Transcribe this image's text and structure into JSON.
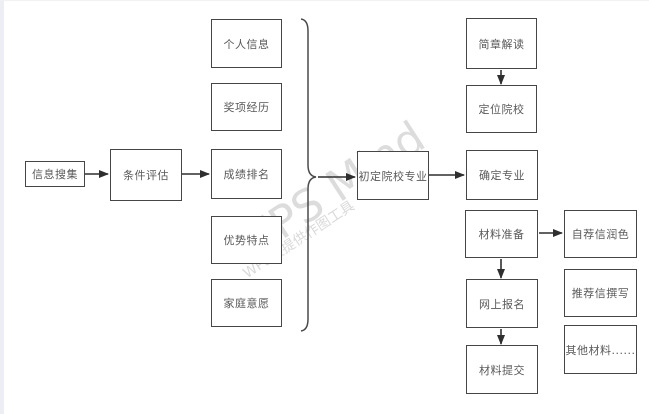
{
  "diagram": {
    "title_hint": "school application process flowchart",
    "nodes": {
      "info_collection": "信息搜集",
      "condition_evaluation": "条件评估",
      "personal_info": "个人信息",
      "awards_experience": "奖项经历",
      "grade_ranking": "成绩排名",
      "strengths": "优势特点",
      "family_wishes": "家庭意愿",
      "preliminary_school_major": "初定院校专业",
      "brochure_interpretation": "简章解读",
      "school_positioning": "定位院校",
      "major_confirmation": "确定专业",
      "material_preparation": "材料准备",
      "online_registration": "网上报名",
      "material_submission": "材料提交",
      "self_recommendation_polish": "自荐信润色",
      "recommendation_writing": "推荐信撰写",
      "other_materials": "其他材料......"
    },
    "edges": [
      {
        "from": "信息搜集",
        "to": "条件评估",
        "type": "arrow-right"
      },
      {
        "from": "条件评估",
        "to": "成绩排名",
        "type": "arrow-right"
      },
      {
        "from": "个人信息/奖项经历/成绩排名/优势特点/家庭意愿",
        "to": "初定院校专业",
        "type": "brace-then-arrow-right"
      },
      {
        "from": "初定院校专业",
        "to": "确定专业",
        "type": "arrow-right"
      },
      {
        "from": "简章解读",
        "to": "定位院校",
        "type": "arrow-down"
      },
      {
        "from": "材料准备",
        "to": "自荐信润色",
        "type": "arrow-right"
      },
      {
        "from": "材料准备",
        "to": "网上报名",
        "type": "arrow-down"
      },
      {
        "from": "网上报名",
        "to": "材料提交",
        "type": "arrow-down"
      }
    ],
    "watermark": {
      "large": "WPS Mind",
      "small": "WPS仅提供作图工具"
    },
    "colors": {
      "node_border": "#464646",
      "node_text": "#595959",
      "arrow": "#2f2f2f",
      "watermark": "#d9d9d9",
      "background": "#ffffff"
    }
  }
}
